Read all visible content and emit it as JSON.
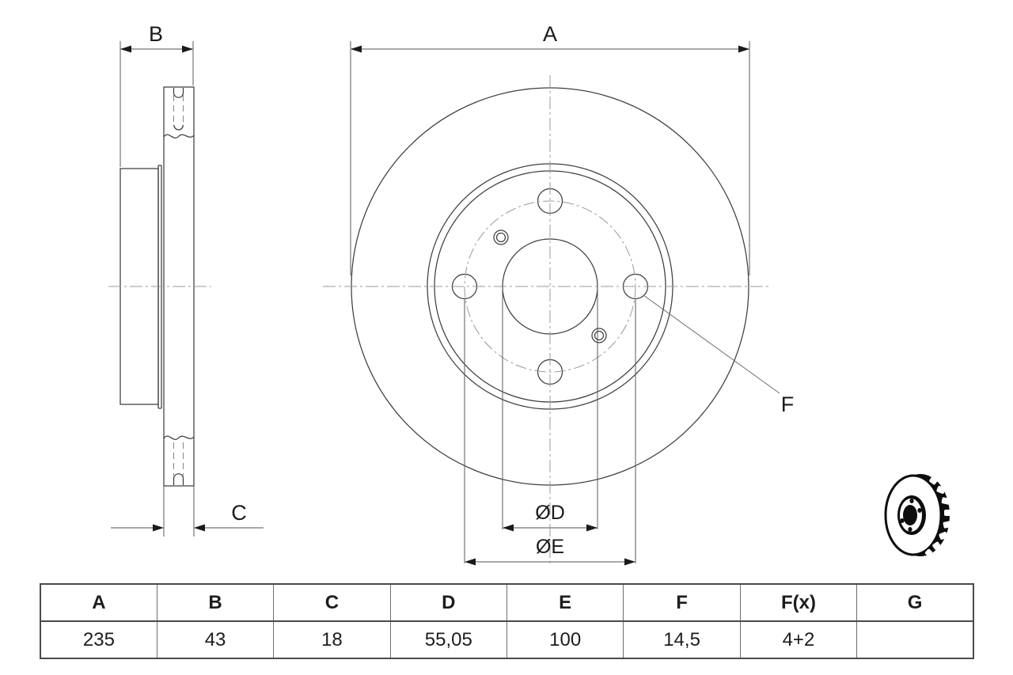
{
  "drawing": {
    "labels": {
      "outer_diameter": "A",
      "total_width": "B",
      "disc_thickness": "C",
      "bore_diameter": "ØD",
      "pitch_circle_diameter": "ØE",
      "bolt_hole": "F"
    }
  },
  "table": {
    "headers": [
      "A",
      "B",
      "C",
      "D",
      "E",
      "F",
      "F(x)",
      "G"
    ],
    "values": [
      "235",
      "43",
      "18",
      "55,05",
      "100",
      "14,5",
      "4+2",
      ""
    ]
  },
  "colors": {
    "background": "#ffffff",
    "drawing_line": "#3f3f3f",
    "dimension_line": "#8c8c8c",
    "centerline": "#9a9a9a",
    "text": "#1a1a1a",
    "table_border": "#4a4a4a",
    "thumbnail_ink": "#0d0d0d"
  }
}
